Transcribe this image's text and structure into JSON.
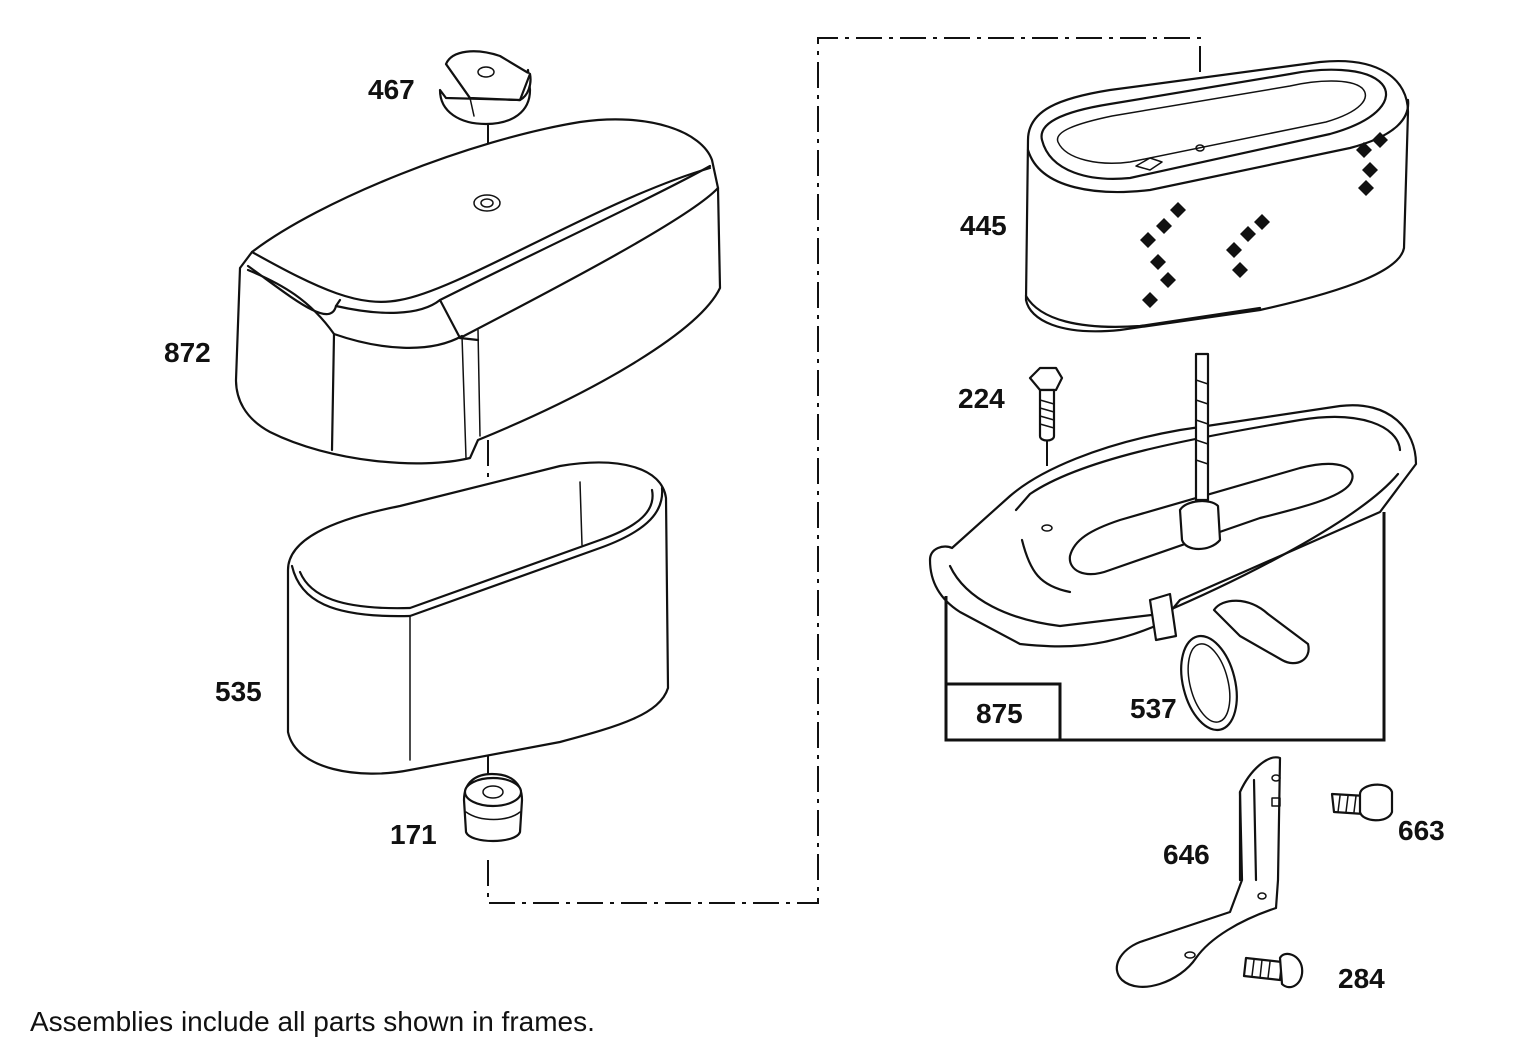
{
  "diagram": {
    "parts": [
      {
        "number": "467"
      },
      {
        "number": "872"
      },
      {
        "number": "535"
      },
      {
        "number": "171"
      },
      {
        "number": "445"
      },
      {
        "number": "224"
      },
      {
        "number": "875"
      },
      {
        "number": "537"
      },
      {
        "number": "646"
      },
      {
        "number": "663"
      },
      {
        "number": "284"
      }
    ],
    "footnote": "Assemblies include all parts shown in frames."
  }
}
